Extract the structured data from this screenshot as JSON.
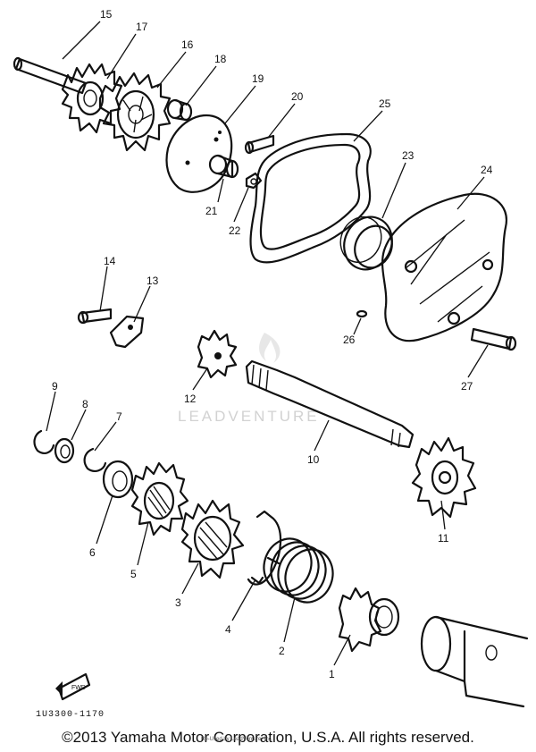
{
  "diagram": {
    "callouts": [
      "1",
      "2",
      "3",
      "4",
      "5",
      "6",
      "7",
      "8",
      "9",
      "10",
      "11",
      "12",
      "13",
      "14",
      "15",
      "16",
      "17",
      "18",
      "19",
      "20",
      "21",
      "22",
      "23",
      "24",
      "25",
      "26",
      "27"
    ],
    "diagram_code": "1U3300-1170",
    "fwd_mark": "FWD",
    "watermark": "LEADVENTURE",
    "copyright": "©2013 Yamaha Motor Corporation, U.S.A. All rights reserved.",
    "credit_small": "Re-Used by LeadVenture, Inc."
  }
}
